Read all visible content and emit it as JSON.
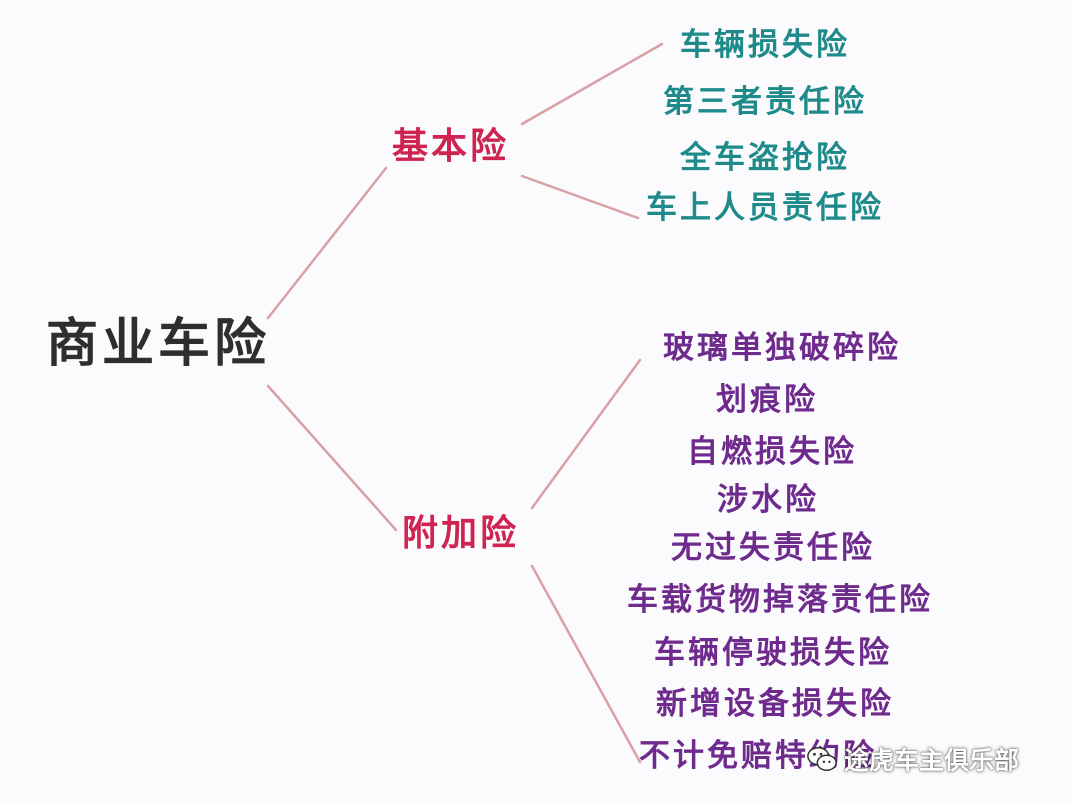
{
  "root": "商业车险",
  "branches": [
    {
      "label": "基本险",
      "items": [
        "车辆损失险",
        "第三者责任险",
        "全车盗抢险",
        "车上人员责任险"
      ]
    },
    {
      "label": "附加险",
      "items": [
        "玻璃单独破碎险",
        "划痕险",
        "自燃损失险",
        "涉水险",
        "无过失责任险",
        "车载货物掉落责任险",
        "车辆停驶损失险",
        "新增设备损失险",
        "不计免赔特约险"
      ]
    }
  ],
  "watermark": "途虎车主俱乐部",
  "watermark_icon": "wechat-icon",
  "colors": {
    "root": "#2e2e2e",
    "branch": "#cf2352",
    "basic_items": "#1e8a8a",
    "extra_items": "#6e2a8c",
    "connectors": "#d9a1a6"
  }
}
